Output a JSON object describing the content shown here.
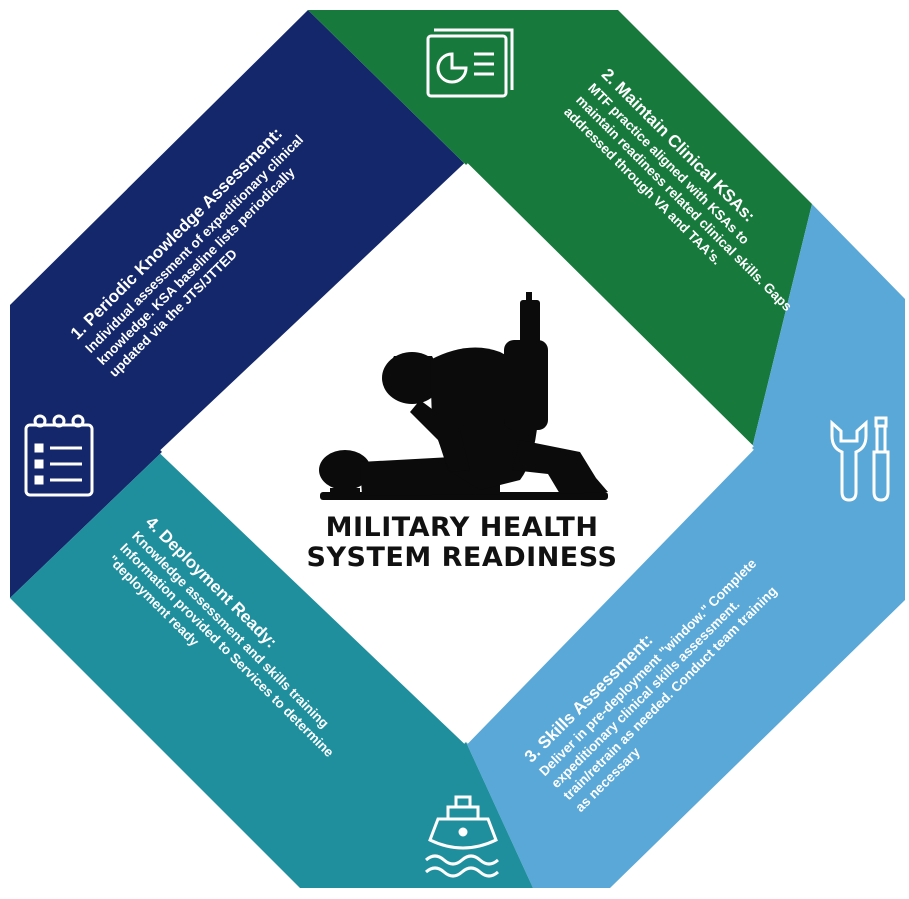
{
  "center": {
    "title_line1": "MILITARY HEALTH",
    "title_line2": "SYSTEM READINESS"
  },
  "colors": {
    "navy": "#14276b",
    "green": "#177a3c",
    "light_blue": "#59a8d8",
    "teal": "#1f8f9e",
    "silhouette": "#0b0b0b"
  },
  "sections": [
    {
      "id": "periodic-knowledge-assessment",
      "color": "#14276b",
      "icon": "notepad-checklist-icon",
      "heading": "1. Periodic Knowledge Assessment:",
      "lines": [
        "Individual assessment of expeditionary clinical",
        "knowledge. KSA baseline lists periodically",
        "updated via the JTS/JTTED"
      ]
    },
    {
      "id": "maintain-clinical-ksas",
      "color": "#177a3c",
      "icon": "presentation-slides-icon",
      "heading": "2. Maintain Clinical KSAs:",
      "lines": [
        "MTF practice aligned with KSAs to",
        "maintain readiness related clinical skills. Gaps",
        "addressed through VA and TAA's."
      ]
    },
    {
      "id": "skills-assessment",
      "color": "#59a8d8",
      "icon": "wrench-screwdriver-icon",
      "heading": "3. Skills Assessment:",
      "lines": [
        "Deliver in pre-deployment \"window.\" Complete",
        "expeditionary clinical skills assessment.",
        "train/retrain as needed.  Conduct team training",
        "as necessary"
      ]
    },
    {
      "id": "deployment-ready",
      "color": "#1f8f9e",
      "icon": "ship-icon",
      "heading": "4. Deployment Ready:",
      "lines": [
        "Knowledge assessment and skills training",
        "Information provided to Services to determine",
        "\"deployment ready"
      ]
    }
  ]
}
